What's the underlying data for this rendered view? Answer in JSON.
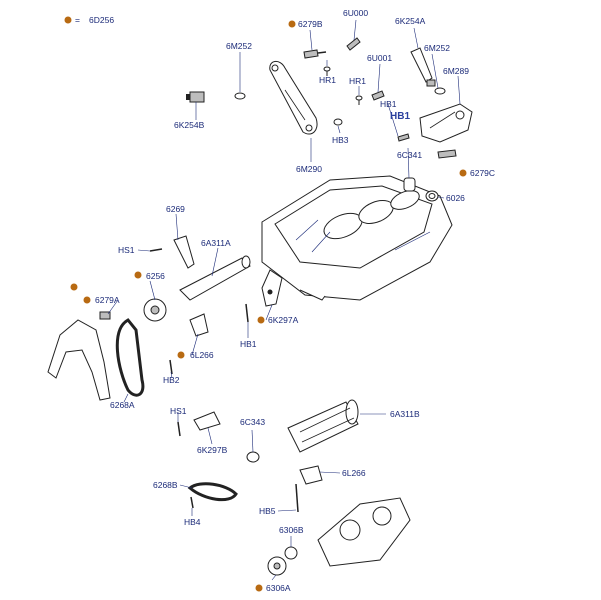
{
  "legend": {
    "marker_color": "#b86a12",
    "equals": "=",
    "code": "6D256"
  },
  "colors": {
    "label": "#1b2a78",
    "marker": "#b86a12",
    "line": "#222222"
  },
  "labels": {
    "p6279B": "6279B",
    "p6U000": "6U000",
    "p6K254A": "6K254A",
    "p6M252a": "6M252",
    "p6M252b": "6M252",
    "pHR1a": "HR1",
    "p6U001": "6U001",
    "p6M289": "6M289",
    "p6K254B": "6K254B",
    "pHR1b": "HR1",
    "pHB1a": "HB1",
    "pHB1big": "HB1",
    "pHB3": "HB3",
    "p6C341": "6C341",
    "p6M290": "6M290",
    "p6279C": "6279C",
    "p6026": "6026",
    "p6269": "6269",
    "pHS1a": "HS1",
    "p6A311A": "6A311A",
    "p6256": "6256",
    "p6279A": "6279A",
    "p6K297A": "6K297A",
    "pHB1b": "HB1",
    "p6L266a": "6L266",
    "pHB2": "HB2",
    "p6268A": "6268A",
    "pHS1b": "HS1",
    "p6C343": "6C343",
    "p6A311B": "6A311B",
    "p6K297B": "6K297B",
    "p6L266b": "6L266",
    "p6268B": "6268B",
    "pHB5": "HB5",
    "pHB4": "HB4",
    "p6306B": "6306B",
    "p6306A": "6306A"
  }
}
